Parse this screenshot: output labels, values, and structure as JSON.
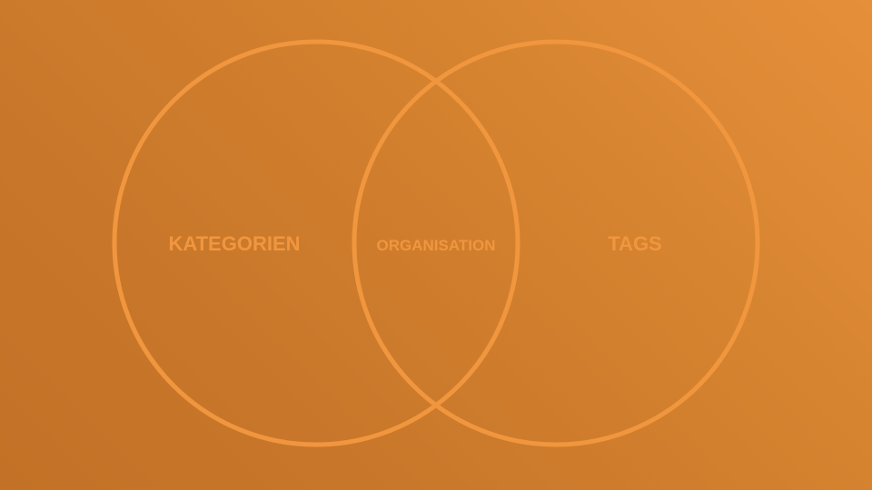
{
  "diagram": {
    "type": "venn",
    "colors": {
      "background_start": "#c27126",
      "background_end": "#e68f3b",
      "circle_stroke": "#f0963f",
      "label_text": "#f0963f"
    },
    "sets": {
      "left": {
        "label": "KATEGORIEN"
      },
      "right": {
        "label": "TAGS"
      }
    },
    "intersection": {
      "label": "ORGANISATION"
    }
  }
}
